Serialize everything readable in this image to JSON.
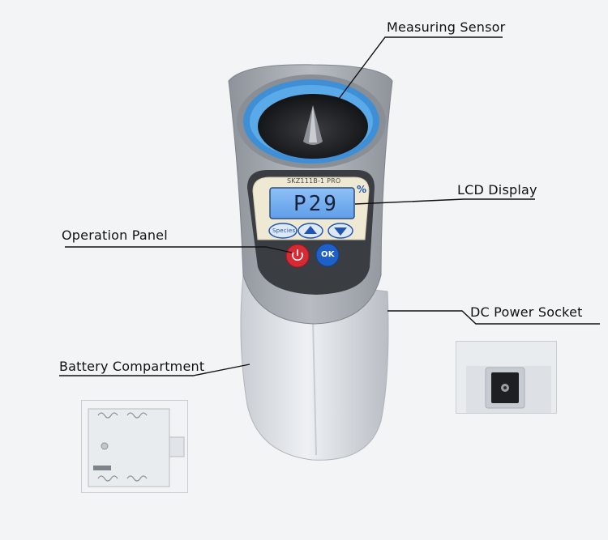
{
  "annotations": {
    "measuring_sensor": "Measuring Sensor",
    "lcd_display": "LCD Display",
    "operation_panel": "Operation Panel",
    "dc_power_socket": "DC Power Socket",
    "battery_compartment": "Battery Compartment"
  },
  "device": {
    "model": "SKZ111B-1 PRO",
    "lcd_reading": "P29",
    "unit": "%",
    "buttons": {
      "species": "Species",
      "ok": "OK"
    }
  },
  "colors": {
    "background": "#f3f4f6",
    "body_gray": "#a8acb2",
    "body_light": "#dfe3e8",
    "sensor_ring": "#4a9de0",
    "lcd_blue": "#6fa9f0",
    "panel_cream": "#efe9d3",
    "power_button": "#d62b35",
    "ok_button": "#1e5fc8"
  },
  "icons": [
    "power-icon",
    "up-arrow-icon",
    "down-arrow-icon",
    "battery-icon"
  ]
}
